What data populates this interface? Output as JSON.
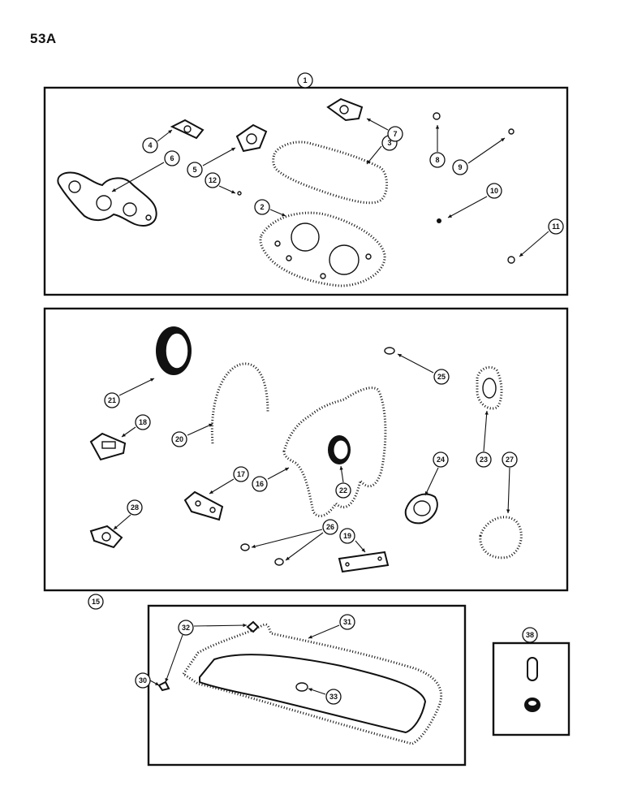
{
  "page": {
    "number": "53A"
  },
  "callouts": [
    {
      "id": "c1",
      "label": "1"
    },
    {
      "id": "c2",
      "label": "2"
    },
    {
      "id": "c3",
      "label": "3"
    },
    {
      "id": "c4",
      "label": "4"
    },
    {
      "id": "c5",
      "label": "5"
    },
    {
      "id": "c6",
      "label": "6"
    },
    {
      "id": "c7",
      "label": "7"
    },
    {
      "id": "c8",
      "label": "8"
    },
    {
      "id": "c9",
      "label": "9"
    },
    {
      "id": "c10",
      "label": "10"
    },
    {
      "id": "c11",
      "label": "11"
    },
    {
      "id": "c12",
      "label": "12"
    },
    {
      "id": "c15",
      "label": "15"
    },
    {
      "id": "c16",
      "label": "16"
    },
    {
      "id": "c17",
      "label": "17"
    },
    {
      "id": "c18",
      "label": "18"
    },
    {
      "id": "c19",
      "label": "19"
    },
    {
      "id": "c20",
      "label": "20"
    },
    {
      "id": "c21",
      "label": "21"
    },
    {
      "id": "c22",
      "label": "22"
    },
    {
      "id": "c23",
      "label": "23"
    },
    {
      "id": "c24",
      "label": "24"
    },
    {
      "id": "c25",
      "label": "25"
    },
    {
      "id": "c26",
      "label": "26"
    },
    {
      "id": "c27",
      "label": "27"
    },
    {
      "id": "c28",
      "label": "28"
    },
    {
      "id": "c30",
      "label": "30"
    },
    {
      "id": "c31",
      "label": "31"
    },
    {
      "id": "c32",
      "label": "32"
    },
    {
      "id": "c33",
      "label": "33"
    },
    {
      "id": "c38",
      "label": "38"
    }
  ]
}
